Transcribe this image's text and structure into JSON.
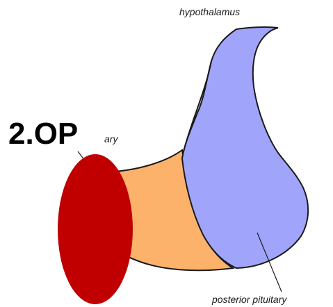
{
  "labels": {
    "top": "hypothalamus",
    "bottom": "posterior pituitary",
    "left_partial": "ary",
    "overlay": "2.OP"
  },
  "colors": {
    "anterior_fill": "#FCB26A",
    "posterior_fill": "#A0A4FA",
    "overlay_ellipse": "#C00000",
    "outline": "#1a1a1a"
  }
}
